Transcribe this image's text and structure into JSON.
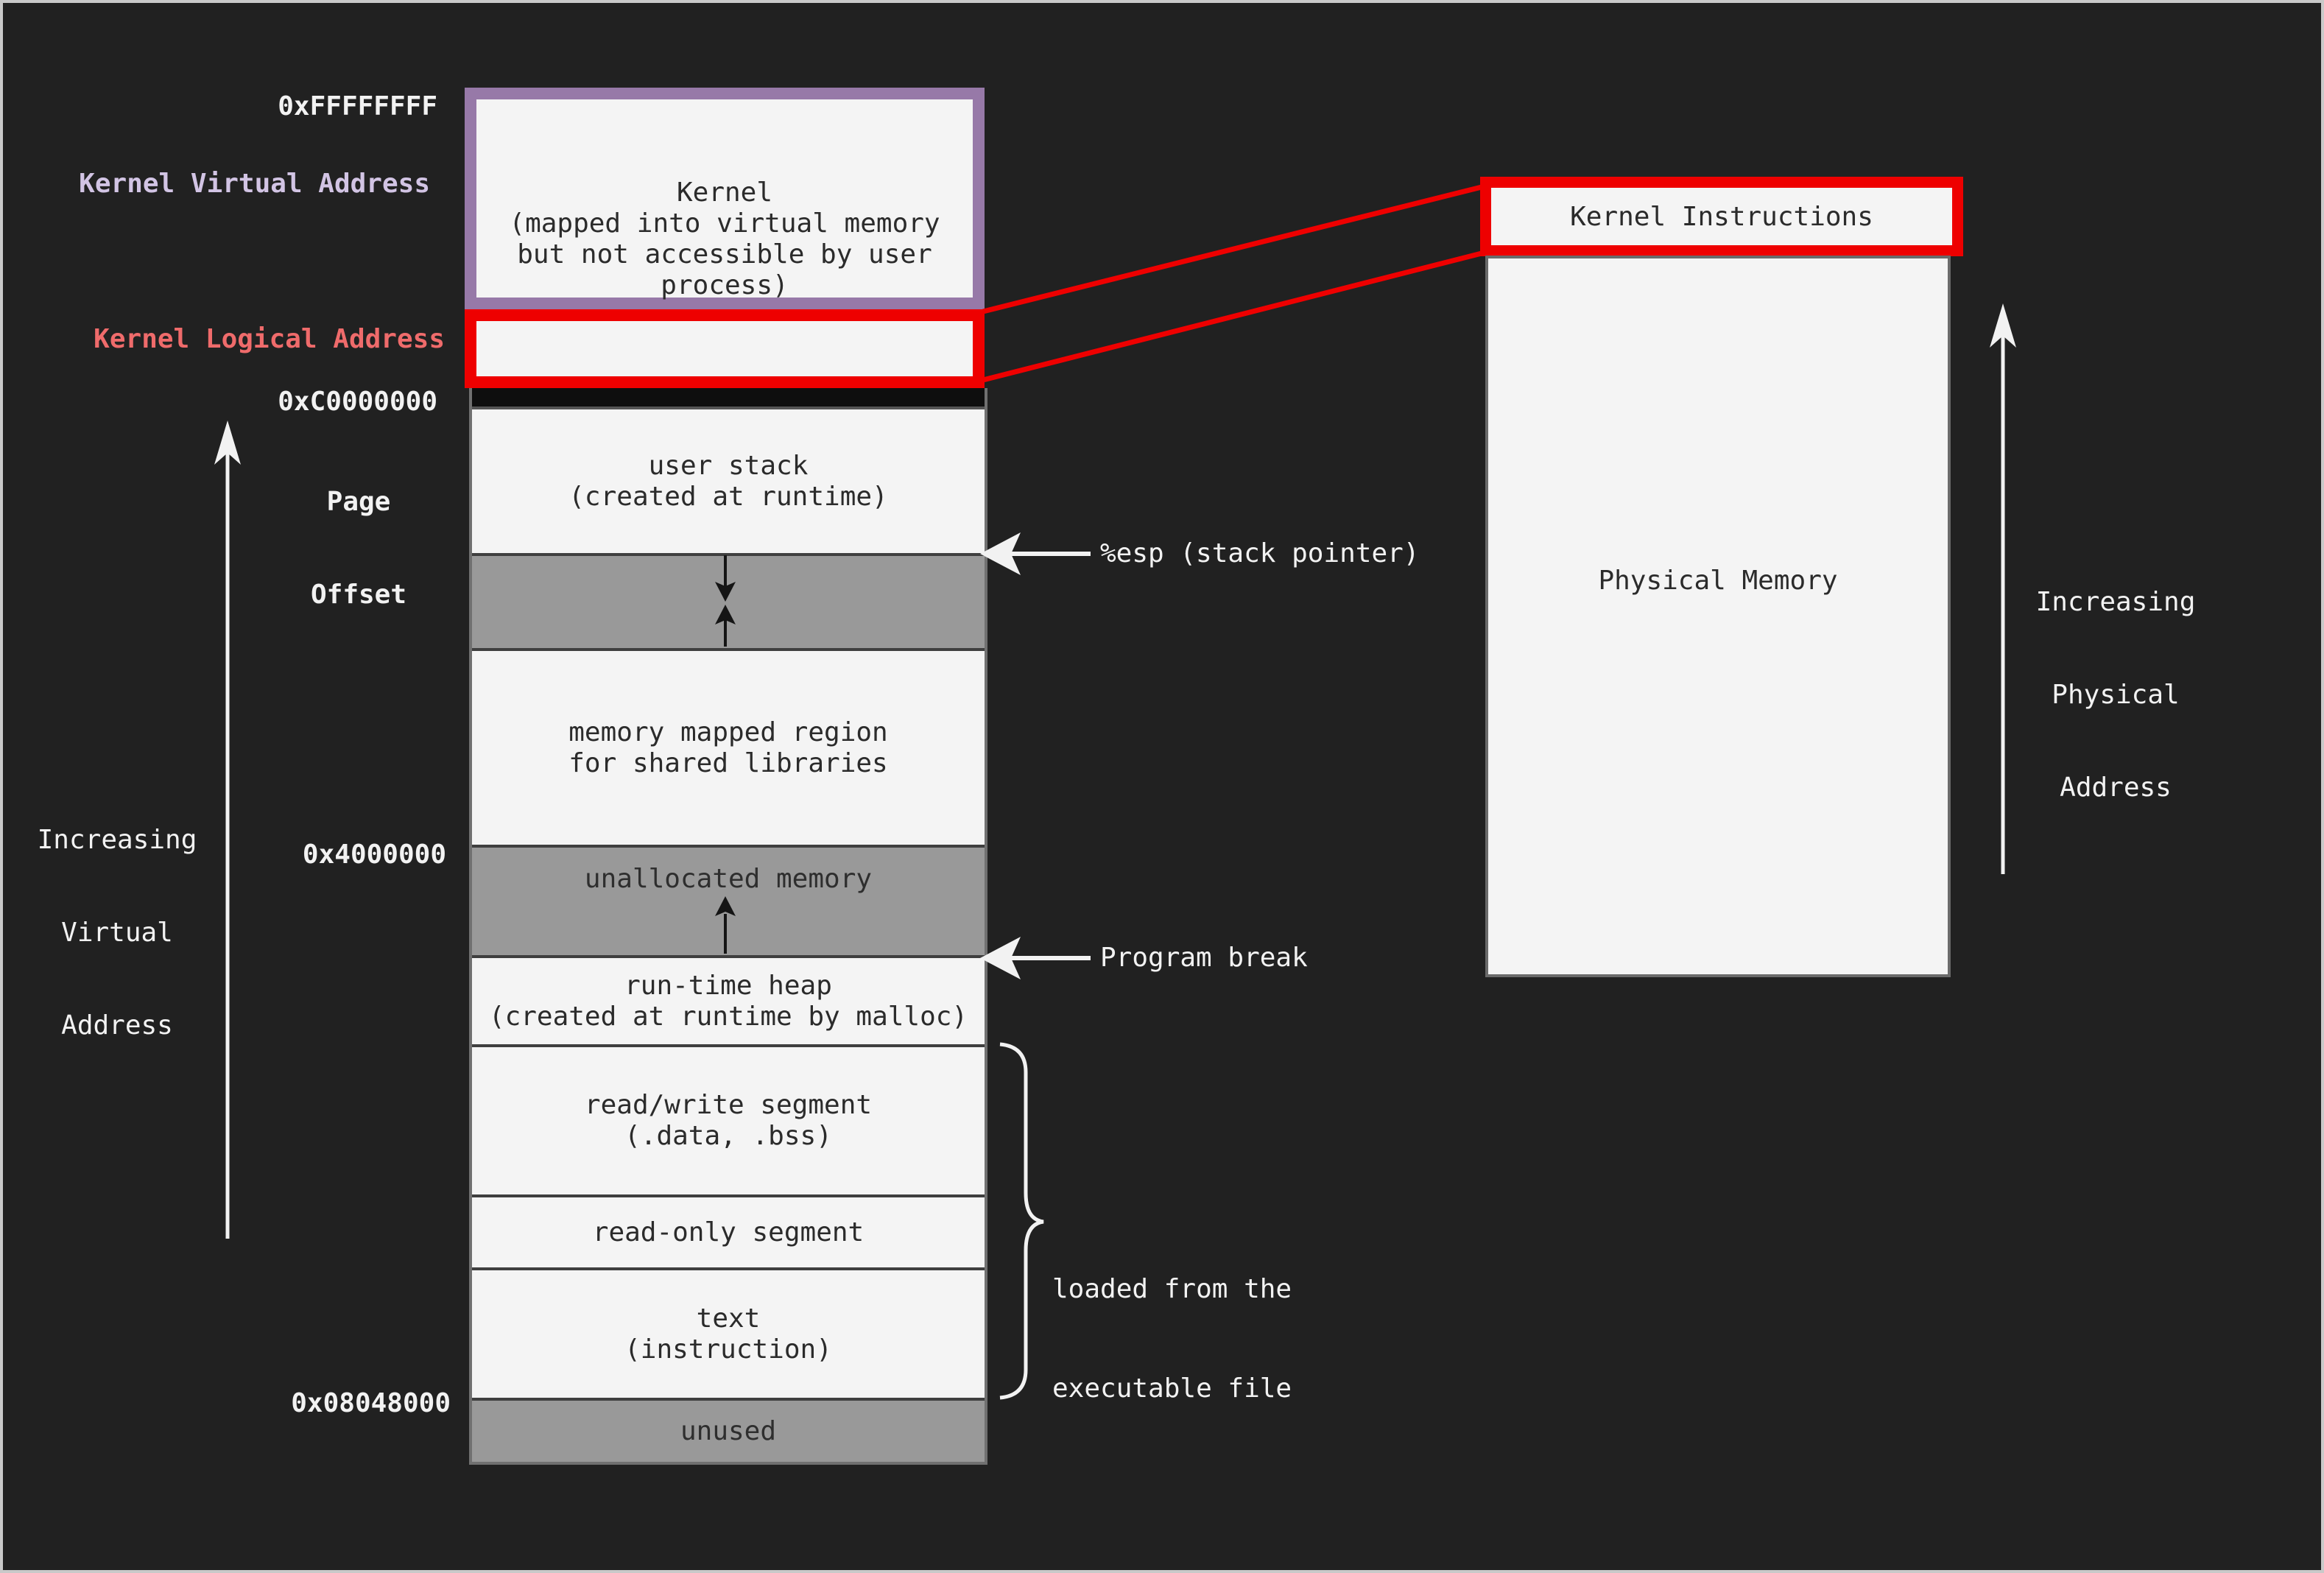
{
  "vm": {
    "addresses": {
      "top": "0xFFFFFFFF",
      "kernel_base": "0xC0000000",
      "mmap_boundary": "0x4000000",
      "text_start": "0x08048000"
    },
    "labels": {
      "kernel_virtual": "Kernel Virtual Address",
      "kernel_logical": "Kernel Logical Address",
      "page_offset_1": "Page",
      "page_offset_2": "Offset",
      "increasing_virtual_1": "Increasing",
      "increasing_virtual_2": "Virtual",
      "increasing_virtual_3": "Address",
      "esp": "%esp (stack pointer)",
      "program_break": "Program break",
      "loaded_1": "loaded from the",
      "loaded_2": "executable file"
    },
    "kernel_box": {
      "line1": "Kernel",
      "line2": "(mapped into virtual memory",
      "line3": "but not accessible by user",
      "line4": "process)"
    },
    "regions": {
      "user_stack_1": "user stack",
      "user_stack_2": "(created at runtime)",
      "mmap_1": "memory mapped region",
      "mmap_2": "for shared libraries",
      "unallocated": "unallocated memory",
      "heap_1": "run-time heap",
      "heap_2": "(created at runtime by malloc)",
      "rw_1": "read/write segment",
      "rw_2": "(.data, .bss)",
      "ro": "read-only segment",
      "text_1": "text",
      "text_2": "(instruction)",
      "unused": "unused"
    }
  },
  "physical": {
    "kernel_instructions": "Kernel Instructions",
    "label": "Physical Memory",
    "increasing_1": "Increasing",
    "increasing_2": "Physical",
    "increasing_3": "Address"
  },
  "colors": {
    "background": "#212121",
    "box_light": "#f4f4f4",
    "box_gray": "#999999",
    "kernel_border_purple": "#9779a8",
    "kernel_virtual_label": "#d2c4e4",
    "kernel_logical_label": "#ef6b6b",
    "highlight_red": "#ee0000",
    "white_text": "#f2f2f2",
    "dark_text": "#2b2b2b"
  }
}
